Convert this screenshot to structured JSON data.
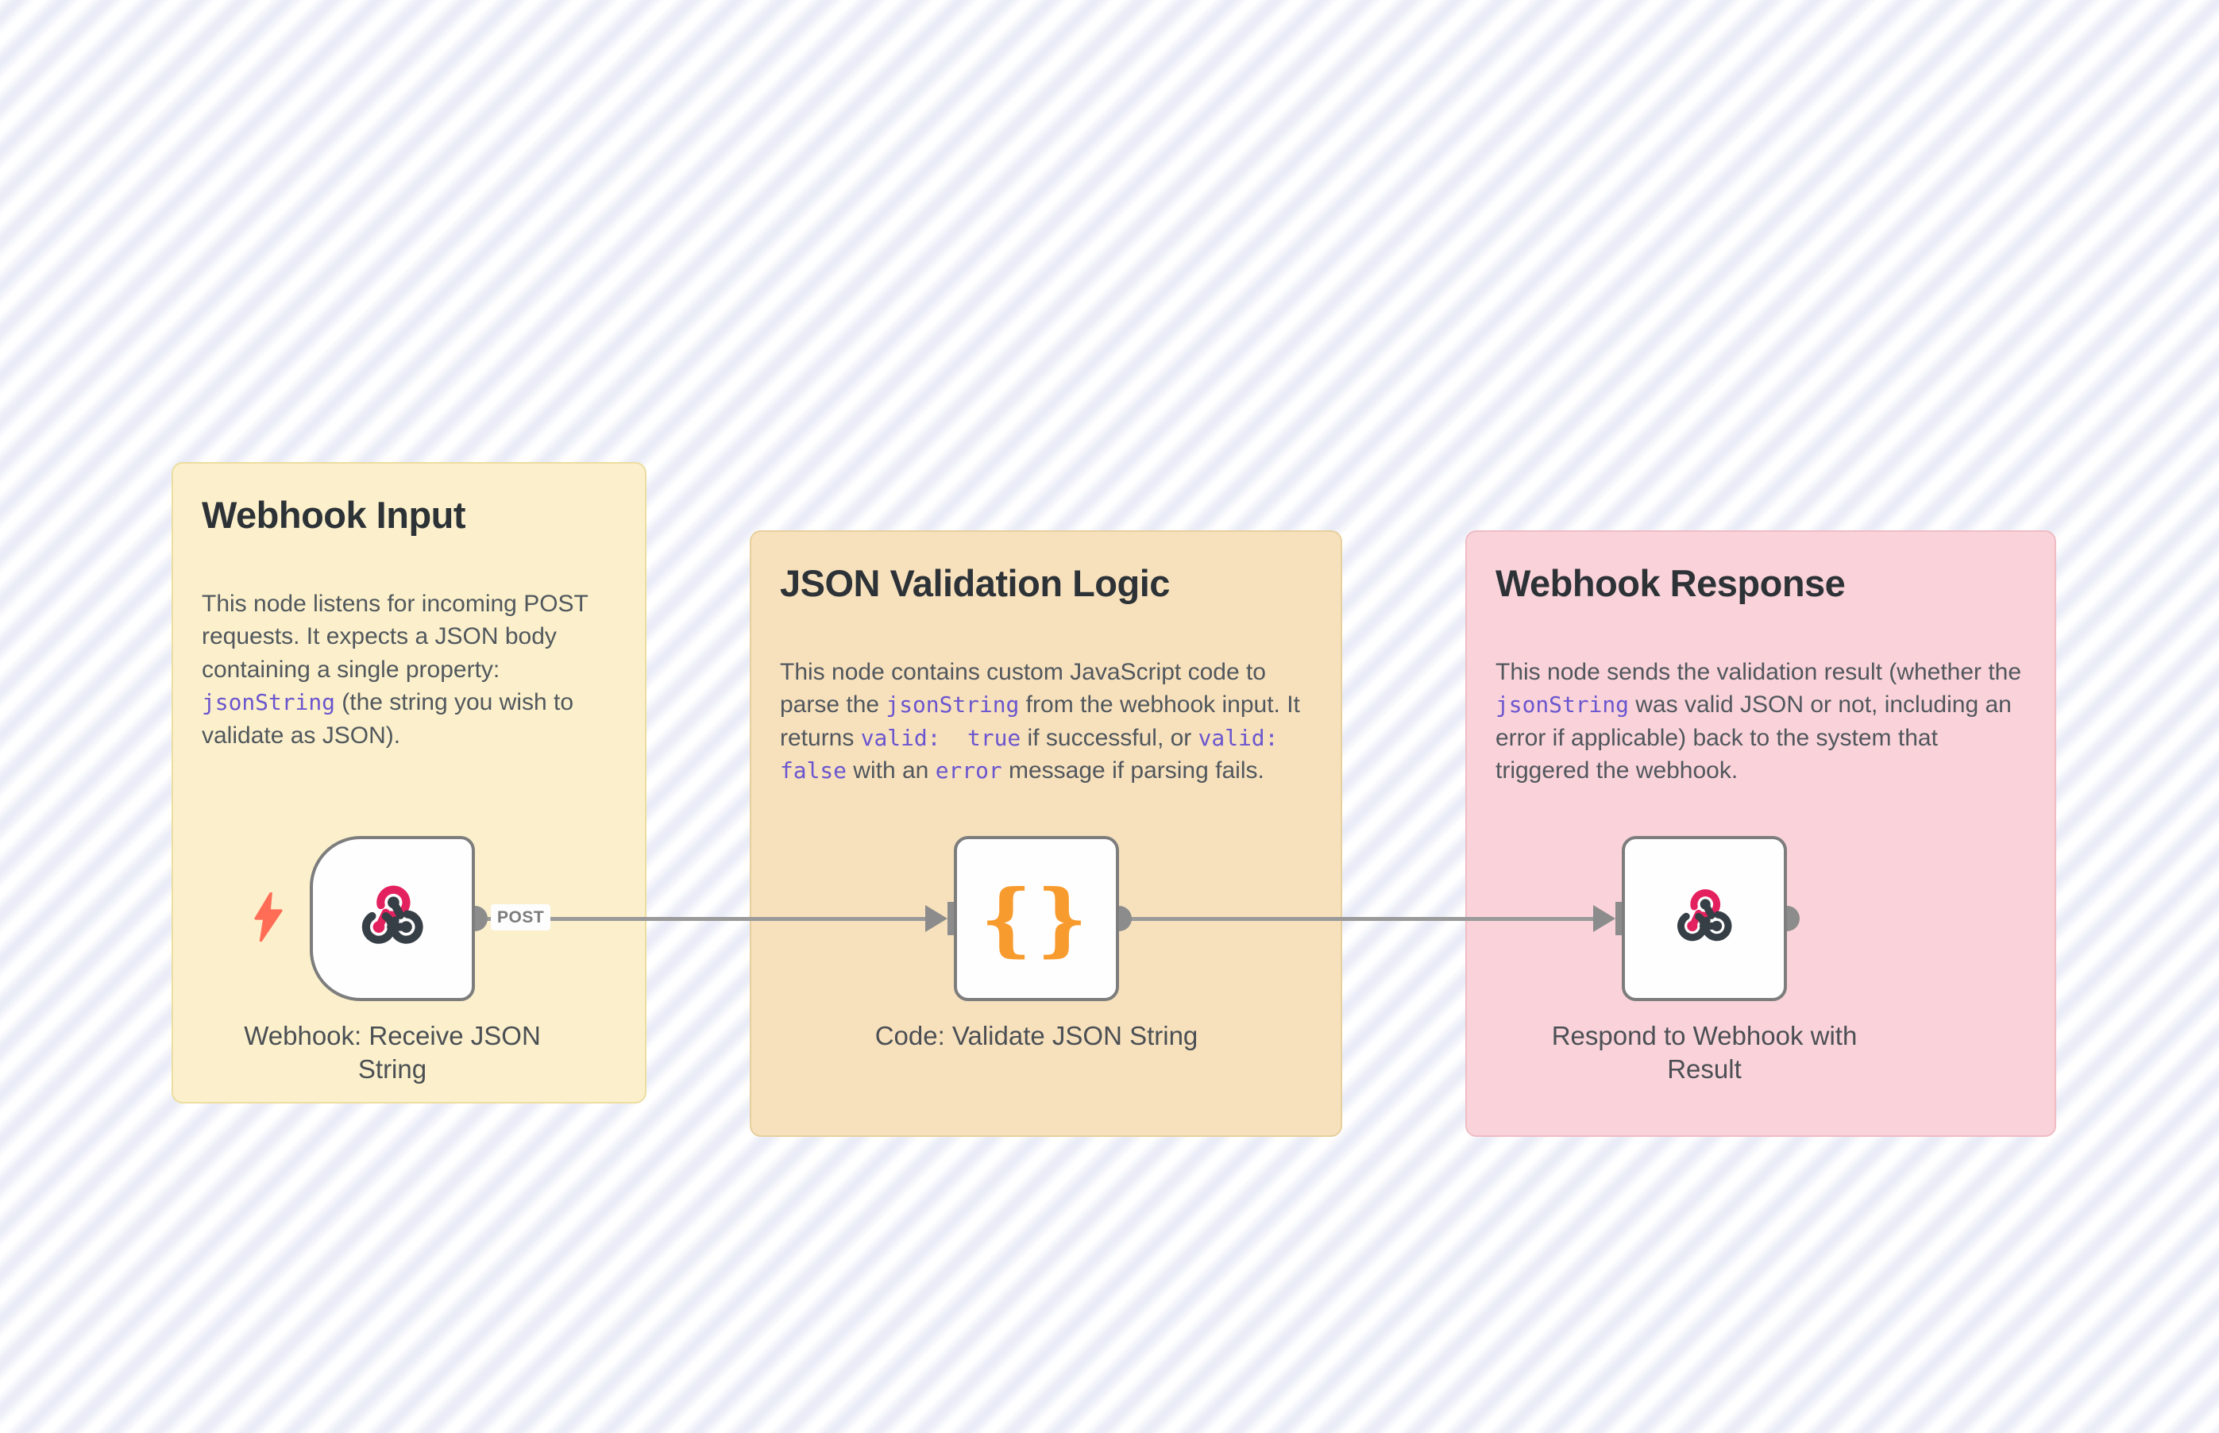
{
  "app": "n8n-workflow-canvas",
  "colors": {
    "canvas_stripe": "#eaecf7",
    "wire_gray": "#9a9a9a",
    "node_border": "#7d7d7d",
    "webhook_icon_pink": "#e4215f",
    "webhook_icon_dark": "#363e46",
    "code_icon_orange": "#f89b2e",
    "trigger_bolt_coral": "#ff6d57",
    "inline_code_purple": "#6a55cf"
  },
  "icons": {
    "node_0": "webhook-icon",
    "node_1": "code-braces-icon",
    "node_2": "webhook-icon",
    "trigger": "lightning-bolt-icon"
  },
  "connections": [
    {
      "from": "Webhook: Receive JSON String",
      "to": "Code: Validate JSON String",
      "label": "POST"
    },
    {
      "from": "Code: Validate JSON String",
      "to": "Respond to Webhook with Result",
      "label": ""
    }
  ],
  "sticky_notes": [
    {
      "title": "Webhook Input",
      "bg": "#fbf0cb",
      "border": "#ecdda0",
      "body": [
        {
          "text": "This node listens for incoming POST requests. It expects a JSON body containing a single property: "
        },
        {
          "code": "jsonString"
        },
        {
          "text": " (the string you wish to validate as JSON)."
        }
      ]
    },
    {
      "title": "JSON Validation Logic",
      "bg": "#f7e1bd",
      "border": "#e7cf9c",
      "body": [
        {
          "text": "This node contains custom JavaScript code to parse the "
        },
        {
          "code": "jsonString"
        },
        {
          "text": " from the webhook input. It returns "
        },
        {
          "code": "valid:  true"
        },
        {
          "text": " if successful, or "
        },
        {
          "code": "valid: false"
        },
        {
          "text": " with an "
        },
        {
          "code": "error"
        },
        {
          "text": " message if parsing fails."
        }
      ]
    },
    {
      "title": "Webhook Response",
      "bg": "#f9d3d9",
      "border": "#efbcc4",
      "body": [
        {
          "text": "This node sends the validation result (whether the "
        },
        {
          "code": "jsonString"
        },
        {
          "text": " was valid JSON or not, including an error if applicable) back to the system that triggered the webhook."
        }
      ]
    }
  ],
  "nodes": [
    {
      "label": "Webhook: Receive JSON String",
      "type": "webhook-trigger"
    },
    {
      "label": "Code: Validate JSON String",
      "type": "code"
    },
    {
      "label": "Respond to Webhook with Result",
      "type": "respond-to-webhook"
    }
  ]
}
